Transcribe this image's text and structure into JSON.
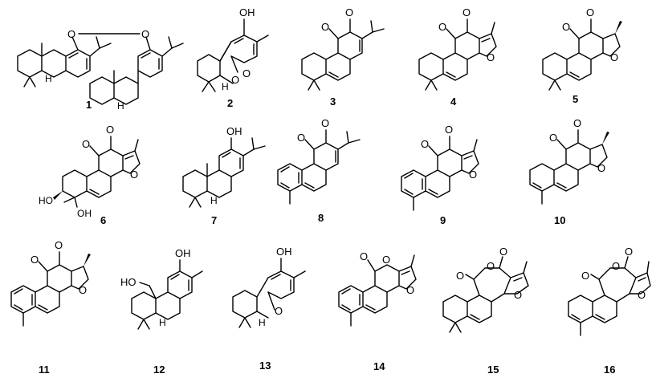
{
  "compounds": [
    {
      "id": "1"
    },
    {
      "id": "2"
    },
    {
      "id": "3"
    },
    {
      "id": "4"
    },
    {
      "id": "5"
    },
    {
      "id": "6"
    },
    {
      "id": "7"
    },
    {
      "id": "8"
    },
    {
      "id": "9"
    },
    {
      "id": "10"
    },
    {
      "id": "11"
    },
    {
      "id": "12"
    },
    {
      "id": "13"
    },
    {
      "id": "14"
    },
    {
      "id": "15"
    },
    {
      "id": "16"
    }
  ],
  "atom_labels": {
    "oxygen": "O",
    "hydroxyl": "OH",
    "hydroxyl_left": "HO",
    "hydrogen": "H"
  }
}
